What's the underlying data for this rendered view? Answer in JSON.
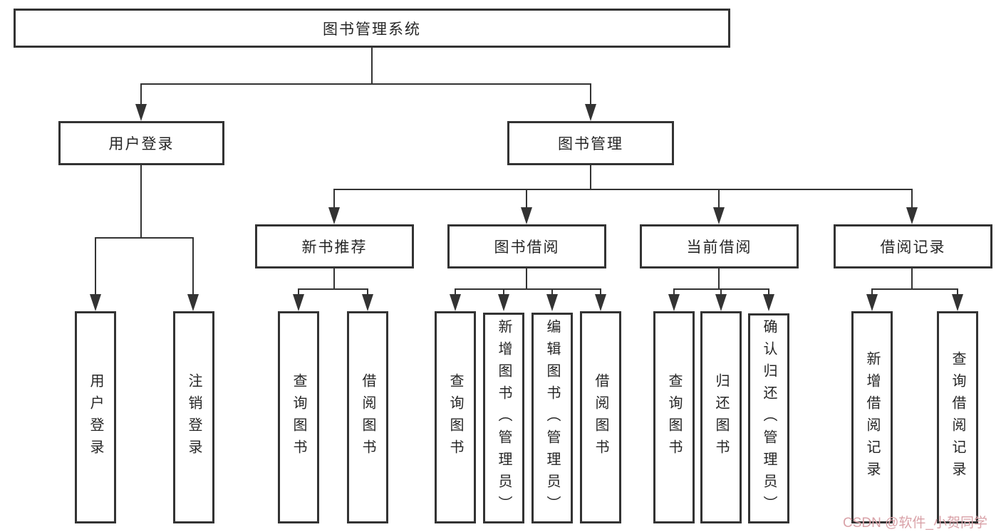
{
  "colors": {
    "line": "#333333",
    "text": "#262626",
    "watermark": "#d9a2a8",
    "background": "#ffffff"
  },
  "watermark": {
    "text": "CSDN @软件_小贺同学"
  },
  "tree": {
    "root": {
      "label": "图书管理系统",
      "children": [
        {
          "label": "用户登录",
          "children": [
            {
              "label": "用户登录"
            },
            {
              "label": "注销登录"
            }
          ]
        },
        {
          "label": "图书管理",
          "children": [
            {
              "label": "新书推荐",
              "children": [
                {
                  "label": "查询图书"
                },
                {
                  "label": "借阅图书"
                }
              ]
            },
            {
              "label": "图书借阅",
              "children": [
                {
                  "label": "查询图书"
                },
                {
                  "label": "新增图书（管理员）"
                },
                {
                  "label": "编辑图书（管理员）"
                },
                {
                  "label": "借阅图书"
                }
              ]
            },
            {
              "label": "当前借阅",
              "children": [
                {
                  "label": "查询图书"
                },
                {
                  "label": "归还图书"
                },
                {
                  "label": "确认归还（管理员）"
                }
              ]
            },
            {
              "label": "借阅记录",
              "children": [
                {
                  "label": "新增借阅记录"
                },
                {
                  "label": "查询借阅记录"
                }
              ]
            }
          ]
        }
      ]
    }
  }
}
